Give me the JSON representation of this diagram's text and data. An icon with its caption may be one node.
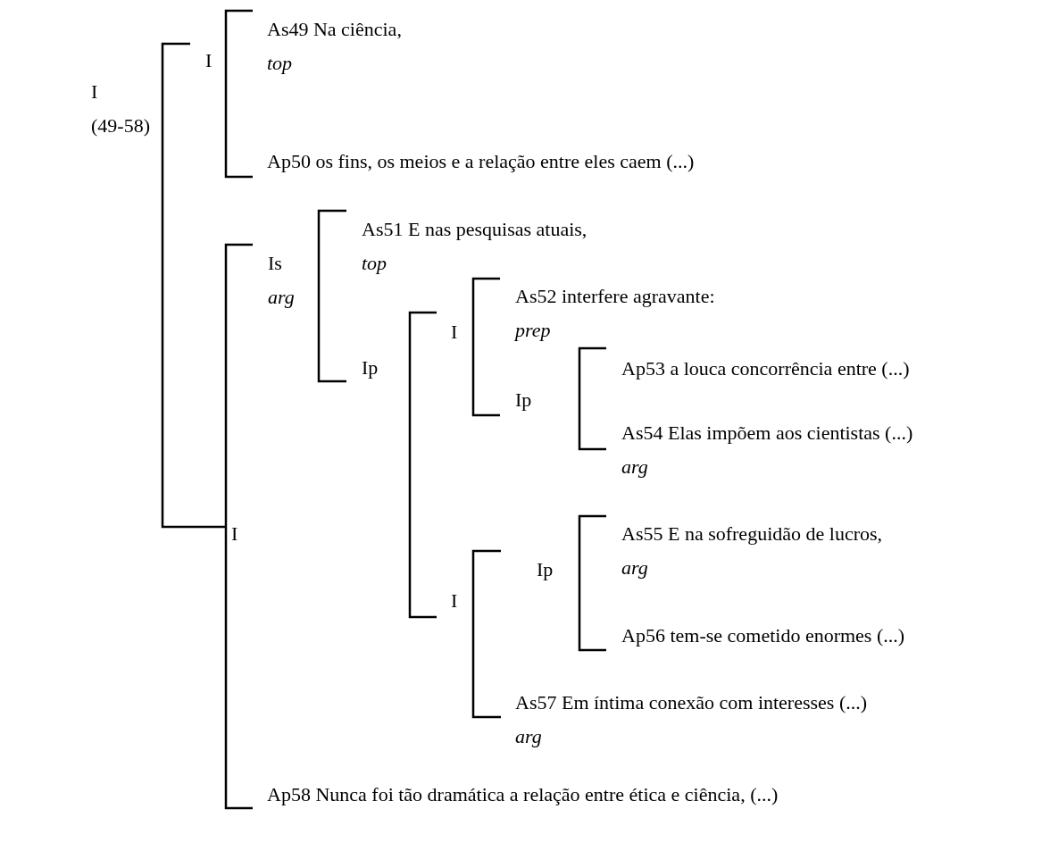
{
  "diagram": {
    "nodes": [
      {
        "text": [
          "I",
          "(49-58)"
        ]
      },
      {
        "text": [
          "I"
        ]
      },
      {
        "text": [
          "As49 Na ciência,",
          "top"
        ]
      },
      {
        "text": [
          "Ap50 os fins, os meios e a relação entre eles caem (...)"
        ]
      },
      {
        "text": [
          "I"
        ]
      },
      {
        "text": [
          "Is",
          "arg"
        ]
      },
      {
        "text": [
          "As51 E nas pesquisas atuais,",
          "top"
        ]
      },
      {
        "text": [
          "Ip"
        ]
      },
      {
        "text": [
          "I"
        ]
      },
      {
        "text": [
          "As52 interfere agravante:",
          "prep"
        ]
      },
      {
        "text": [
          "Ip"
        ]
      },
      {
        "text": [
          "Ap53 a louca concorrência entre (...)"
        ]
      },
      {
        "text": [
          "As54 Elas impõem aos cientistas (...)",
          "arg"
        ]
      },
      {
        "text": [
          "I"
        ]
      },
      {
        "text": [
          "Ip"
        ]
      },
      {
        "text": [
          "As55 E na sofreguidão de lucros,",
          "arg"
        ]
      },
      {
        "text": [
          "Ap56 tem-se cometido enormes (...)"
        ]
      },
      {
        "text": [
          "As57 Em íntima conexão com interesses (...)",
          "arg"
        ]
      },
      {
        "text": [
          "Ap58 Nunca foi tão dramática a relação entre ética e ciência, (...)"
        ]
      }
    ],
    "edges": [
      {
        "from": 0,
        "to": 1,
        "arrow": "none"
      },
      {
        "from": 0,
        "to": 4,
        "arrow": "none"
      },
      {
        "from": 1,
        "to": 2,
        "arrow": "none"
      },
      {
        "from": 1,
        "to": 3,
        "arrow": "none"
      },
      {
        "from": 4,
        "to": 5,
        "arrow": "none"
      },
      {
        "from": 4,
        "to": 18,
        "arrow": "none"
      },
      {
        "from": 5,
        "to": 6,
        "arrow": "none"
      },
      {
        "from": 5,
        "to": 7,
        "arrow": "none"
      },
      {
        "from": 7,
        "to": 8,
        "arrow": "none"
      },
      {
        "from": 7,
        "to": 13,
        "arrow": "none"
      },
      {
        "from": 8,
        "to": 9,
        "arrow": "none"
      },
      {
        "from": 8,
        "to": 10,
        "arrow": "none"
      },
      {
        "from": 10,
        "to": 11,
        "arrow": "none"
      },
      {
        "from": 10,
        "to": 12,
        "arrow": "none"
      },
      {
        "from": 13,
        "to": 14,
        "arrow": "none"
      },
      {
        "from": 13,
        "to": 17,
        "arrow": "none"
      },
      {
        "from": 14,
        "to": 15,
        "arrow": "none"
      },
      {
        "from": 14,
        "to": 16,
        "arrow": "none"
      }
    ]
  }
}
